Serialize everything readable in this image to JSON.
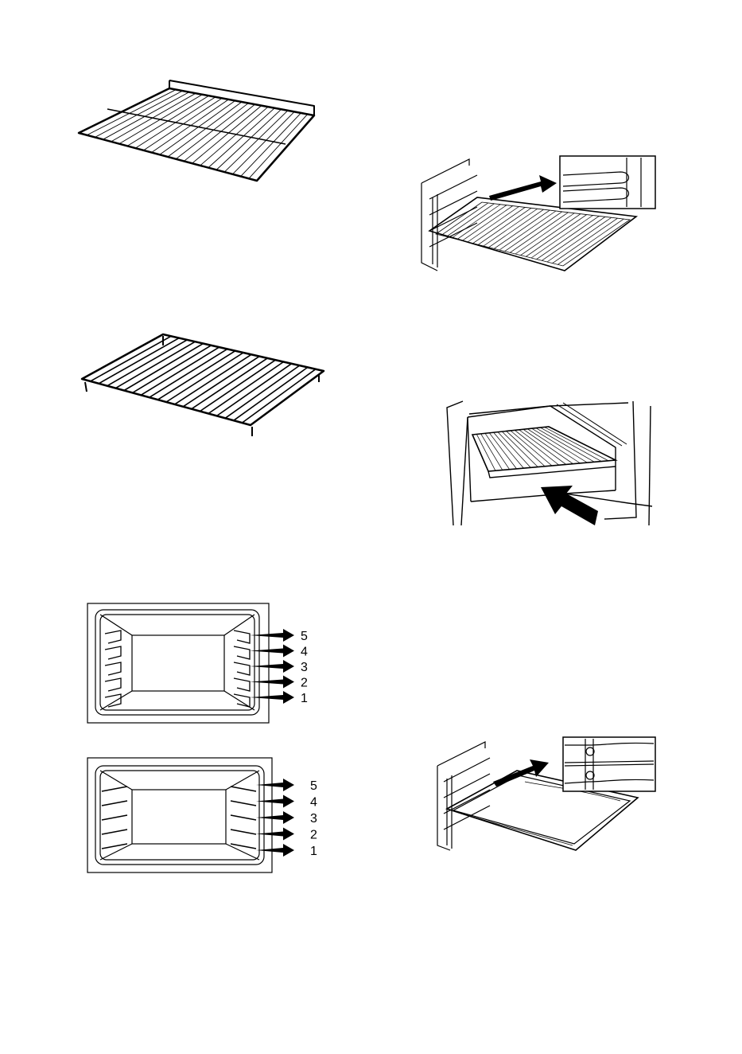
{
  "figures": {
    "shelf_positions_frame": {
      "levels": [
        "5",
        "4",
        "3",
        "2",
        "1"
      ]
    },
    "shelf_positions_wire": {
      "levels": [
        "5",
        "4",
        "3",
        "2",
        "1"
      ]
    }
  },
  "colors": {
    "line": "#000000",
    "background": "#ffffff"
  }
}
